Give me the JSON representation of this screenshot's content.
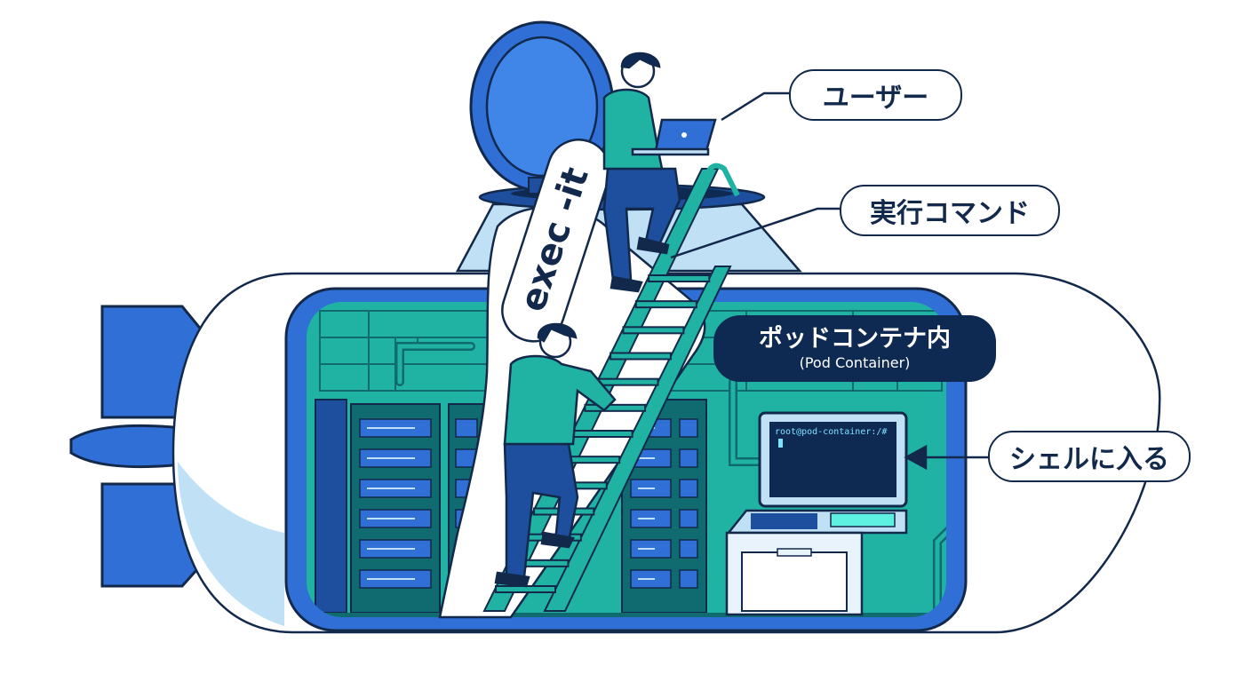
{
  "labels": {
    "user": "ユーザー",
    "exec_command": "実行コマンド",
    "pod_container_ja": "ポッドコンテナ内",
    "pod_container_en": "(Pod Container)",
    "enter_shell": "シェルに入る"
  },
  "command_text": "exec -it",
  "terminal_prompt": "root@pod-container:/#",
  "colors": {
    "navy": "#13294b",
    "blue": "#2f6fd6",
    "light_blue": "#bfe0f5",
    "teal": "#20b3a4",
    "dark_teal": "#0f6b70"
  }
}
